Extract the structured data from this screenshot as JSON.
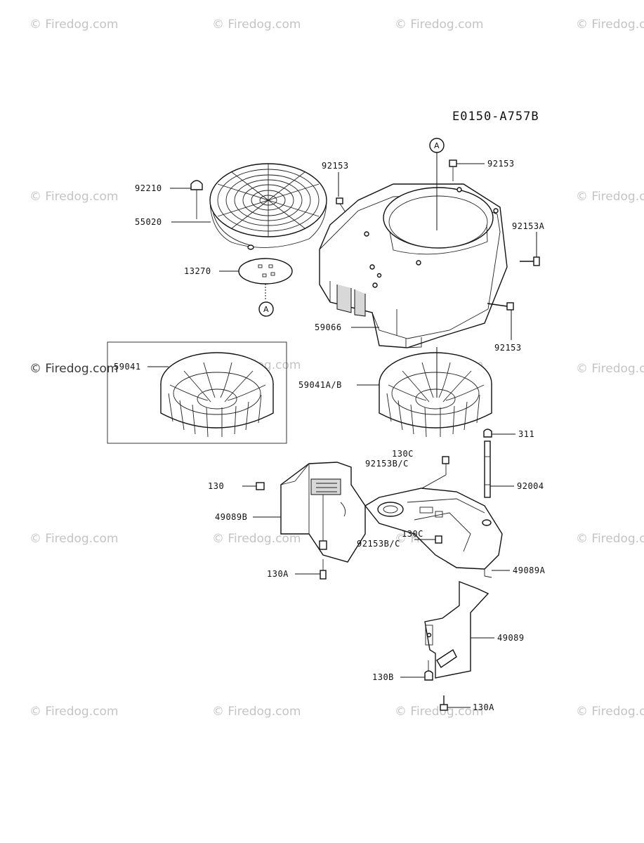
{
  "diagram_code": "E0150-A757B",
  "watermark_text": "© Firedog.com",
  "callouts": {
    "a_top": "A",
    "a_left": "A"
  },
  "labels": {
    "p92210": "92210",
    "p55020": "55020",
    "p13270": "13270",
    "p92153_left": "92153",
    "p92153_top": "92153",
    "p92153A": "92153A",
    "p92153_right": "92153",
    "p59066": "59066",
    "p59041": "59041",
    "p59041AB": "59041A/B",
    "p311": "311",
    "p130C_top": "130C",
    "p92153BC_top": "92153B/C",
    "p130": "130",
    "p92004": "92004",
    "p49089B": "49089B",
    "p130C_bottom": "130C",
    "p92153BC_bottom": "92153B/C",
    "p130A_left": "130A",
    "p49089A": "49089A",
    "p49089": "49089",
    "p130B": "130B",
    "p130A_bottom": "130A"
  },
  "colors": {
    "line": "#111111",
    "watermark": "#c4c4c4"
  }
}
